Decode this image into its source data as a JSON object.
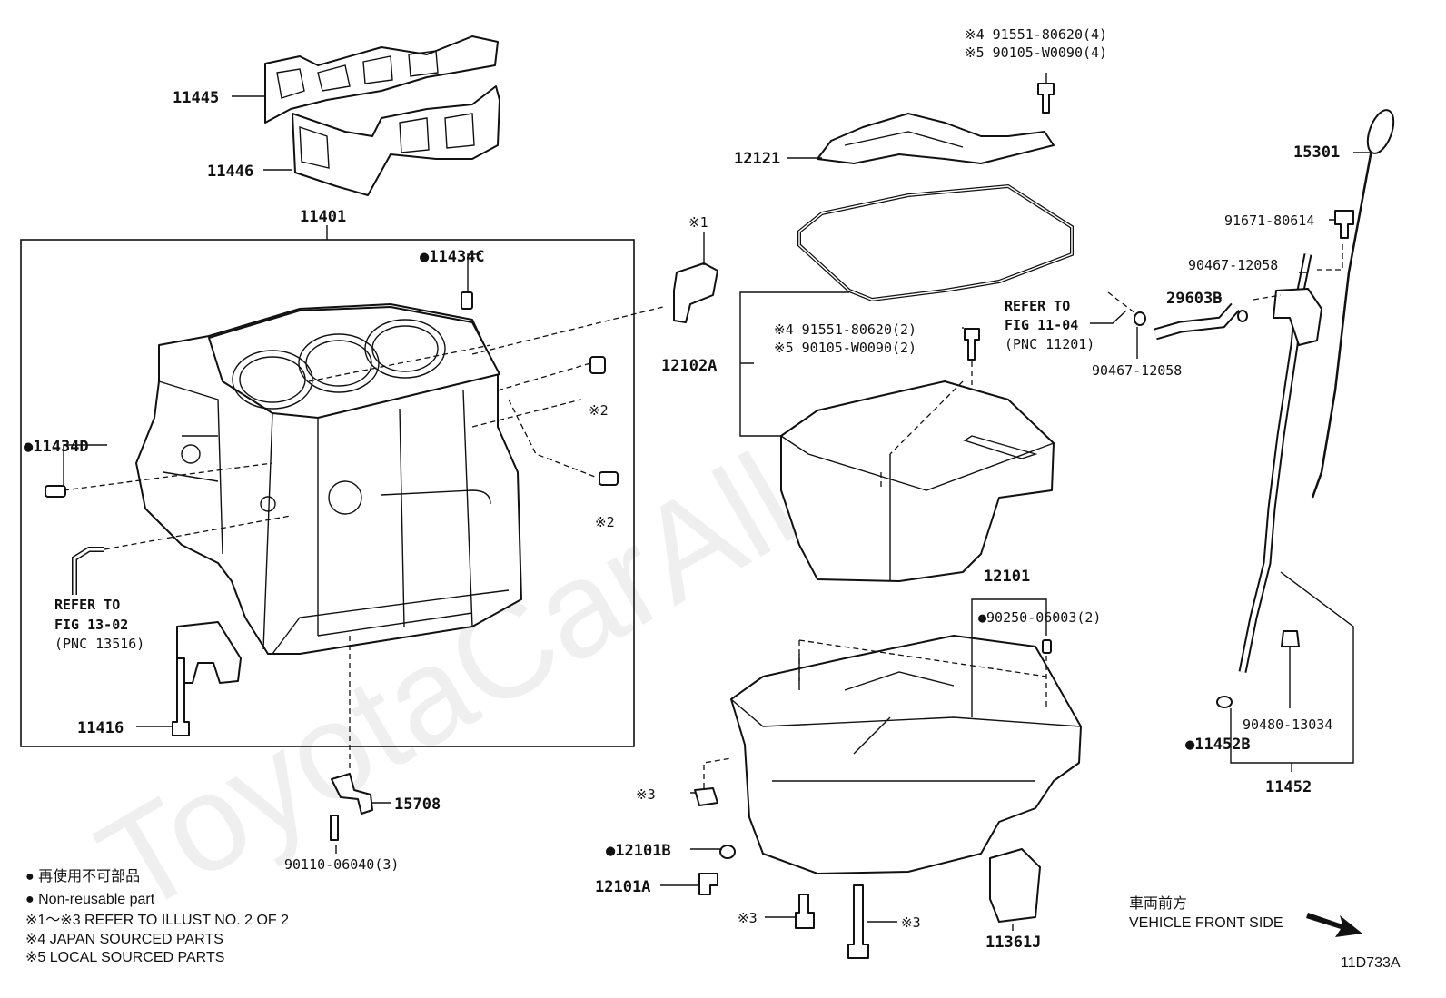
{
  "watermark": "ToyotaCarAll.ru",
  "figure_id": "11D733A",
  "front_side": {
    "jp": "車両前方",
    "en": "VEHICLE FRONT SIDE"
  },
  "legend": [
    "● 再使用不可部品",
    "● Non-reusable part",
    "※1～※3  REFER TO ILLUST NO. 2 OF 2",
    "※4 JAPAN SOURCED PARTS",
    "※5 LOCAL SOURCED PARTS"
  ],
  "callouts": {
    "p11445": "11445",
    "p11446": "11446",
    "p11401": "11401",
    "p11434C": "●11434C",
    "p11434D": "●11434D",
    "mark1": "※1",
    "mark2a": "※2",
    "mark2b": "※2",
    "ref1302": [
      "REFER TO",
      "FIG 13-02",
      "(PNC 13516)"
    ],
    "p11416": "11416",
    "p15708": "15708",
    "p90110": "90110-06040(3)",
    "top4": "※4 91551-80620(4)",
    "top5": "※5 90105-W0090(4)",
    "p12121": "12121",
    "p12102A": "12102A",
    "mid4": "※4 91551-80620(2)",
    "mid5": "※5 90105-W0090(2)",
    "ref1104": [
      "REFER TO",
      "FIG 11-04",
      "(PNC 11201)"
    ],
    "p15301": "15301",
    "p91671": "91671-80614",
    "p90467a": "90467-12058",
    "p29603B": "29603B",
    "p90467b": "90467-12058",
    "p12101": "12101",
    "p90250": "●90250-06003(2)",
    "p90480": "90480-13034",
    "p11452B": "●11452B",
    "p11452": "11452",
    "mark3a": "※3",
    "p12101B": "●12101B",
    "p12101A": "12101A",
    "mark3b": "※3",
    "mark3c": "※3",
    "p11361J": "11361J"
  }
}
